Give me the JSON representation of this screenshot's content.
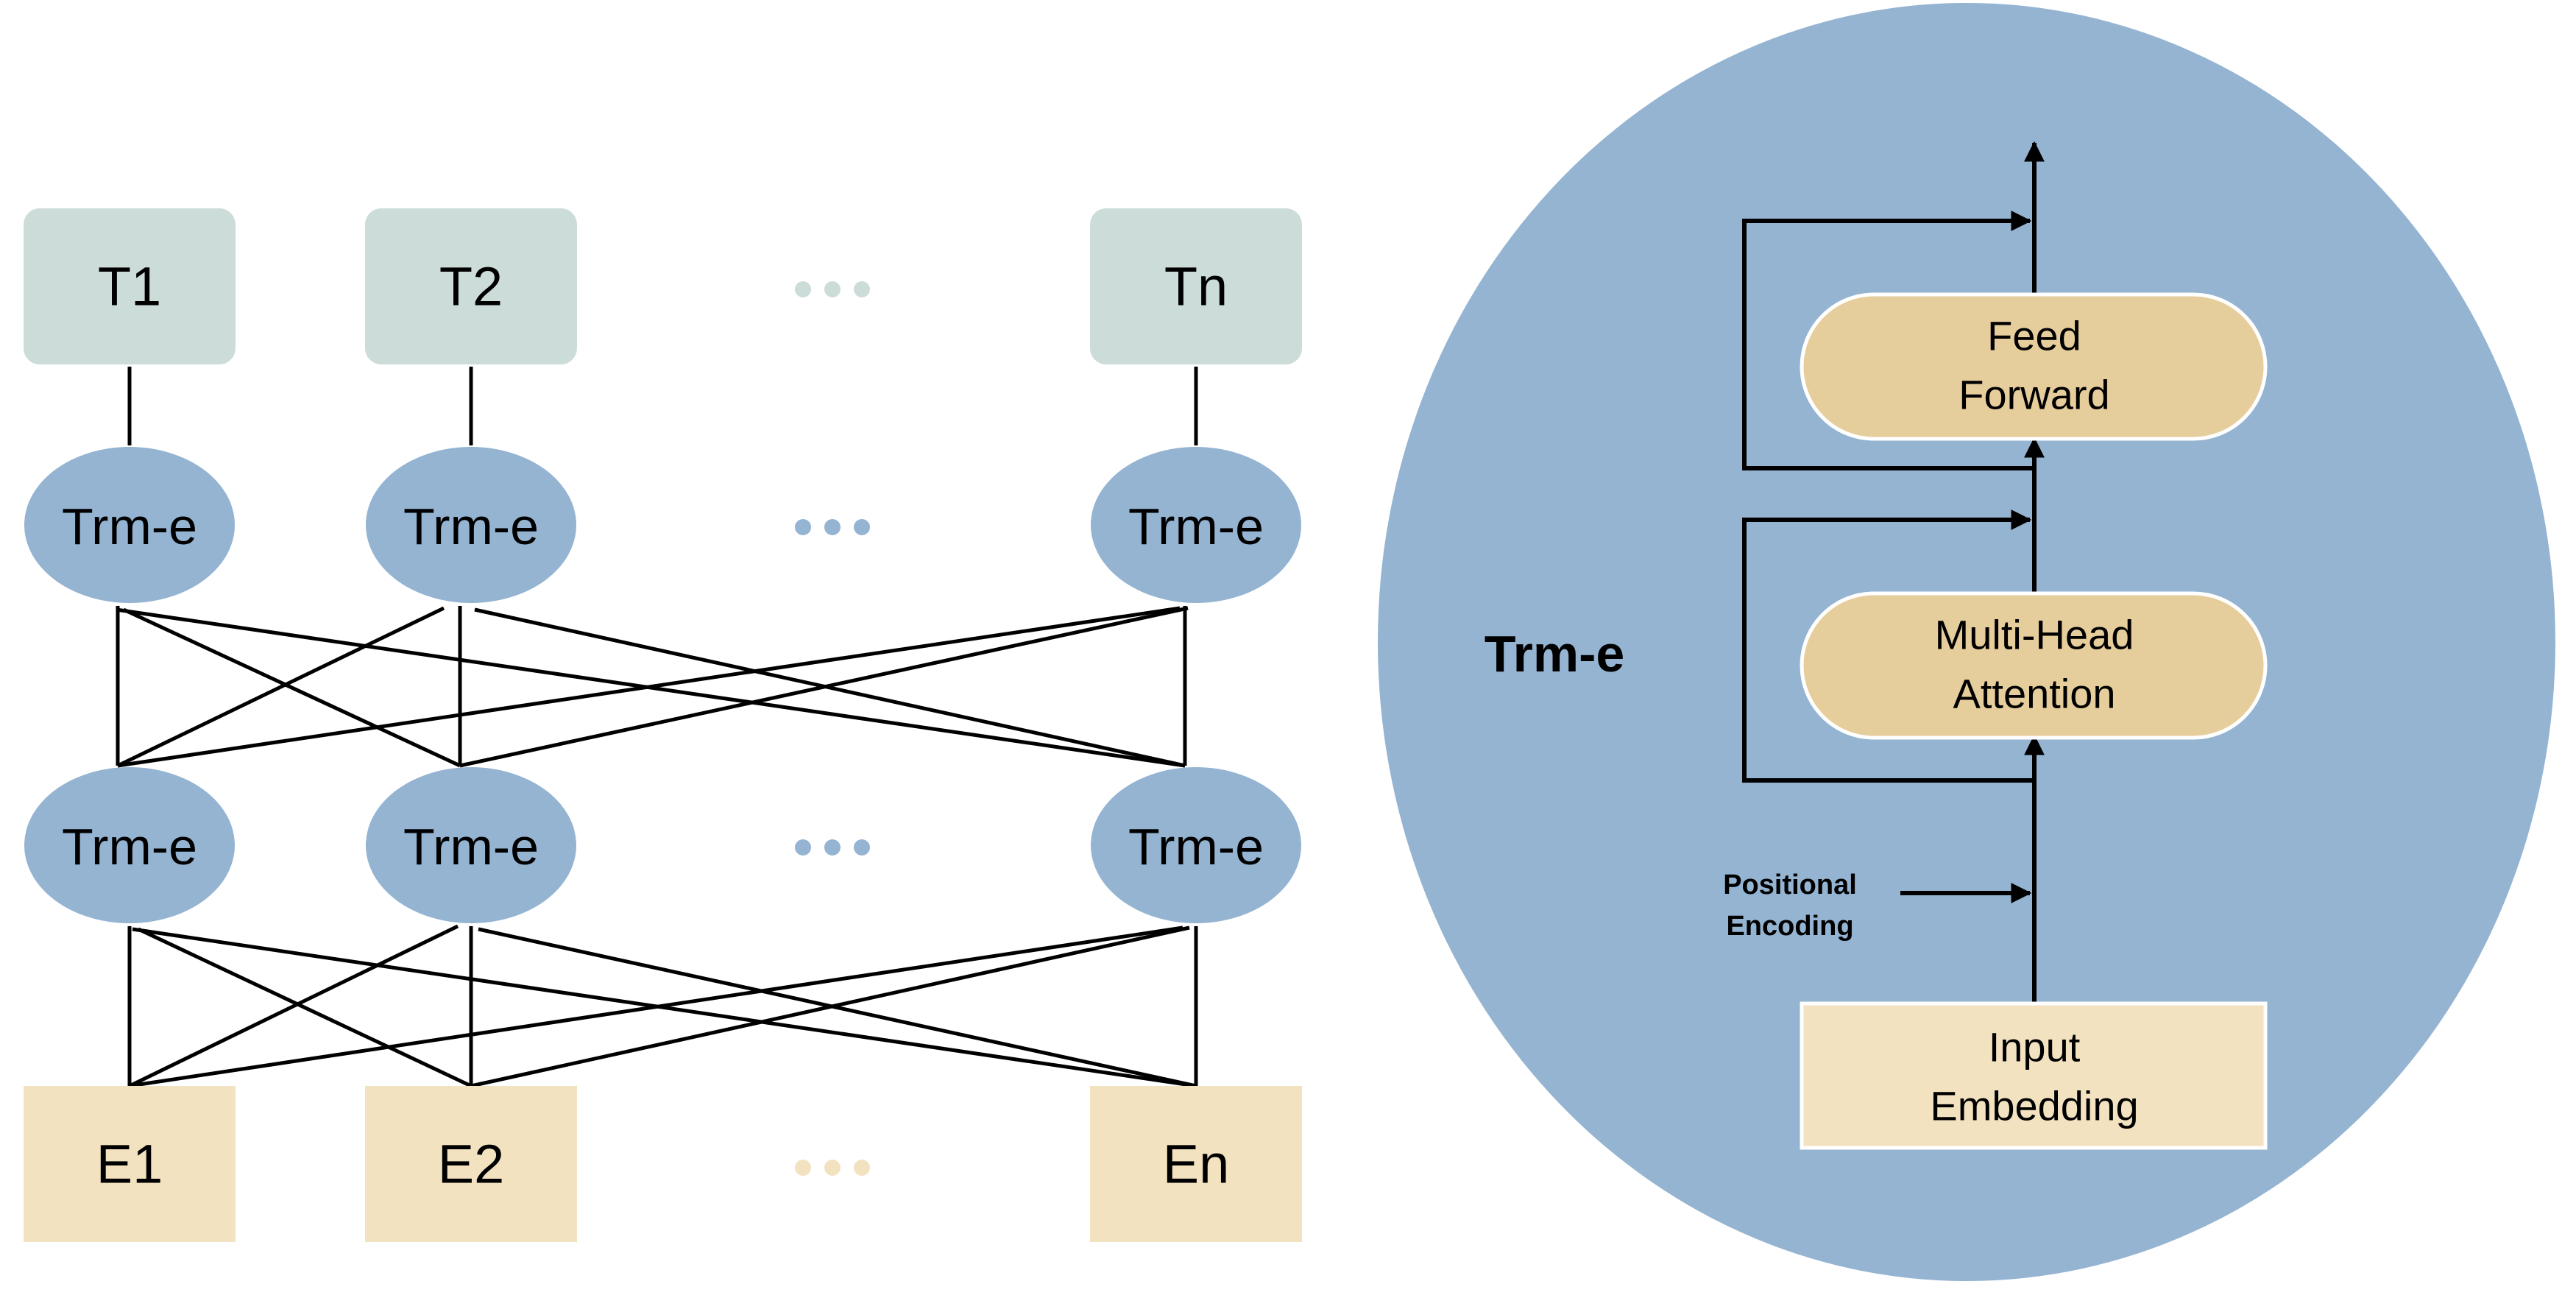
{
  "colors": {
    "output_fill": "#ccdcd9",
    "node_fill": "#94b4d2",
    "input_fill": "#f2e2c0",
    "block_fill": "#e6cd9c",
    "embed_fill": "#f2e2c0",
    "edge": "#000000",
    "dots_output": "#ccdcd9",
    "dots_node": "#94b4d2",
    "dots_input": "#f2e2c0"
  },
  "left": {
    "outputs": [
      "T1",
      "T2",
      "Tn"
    ],
    "upper_nodes": [
      "Trm-e",
      "Trm-e",
      "Trm-e"
    ],
    "lower_nodes": [
      "Trm-e",
      "Trm-e",
      "Trm-e"
    ],
    "inputs": [
      "E1",
      "E2",
      "En"
    ]
  },
  "right": {
    "title": "Trm-e",
    "feed_forward": [
      "Feed",
      "Forward"
    ],
    "attention": [
      "Multi-Head",
      "Attention"
    ],
    "embedding": [
      "Input",
      "Embedding"
    ],
    "positional": [
      "Positional",
      "Encoding"
    ]
  }
}
